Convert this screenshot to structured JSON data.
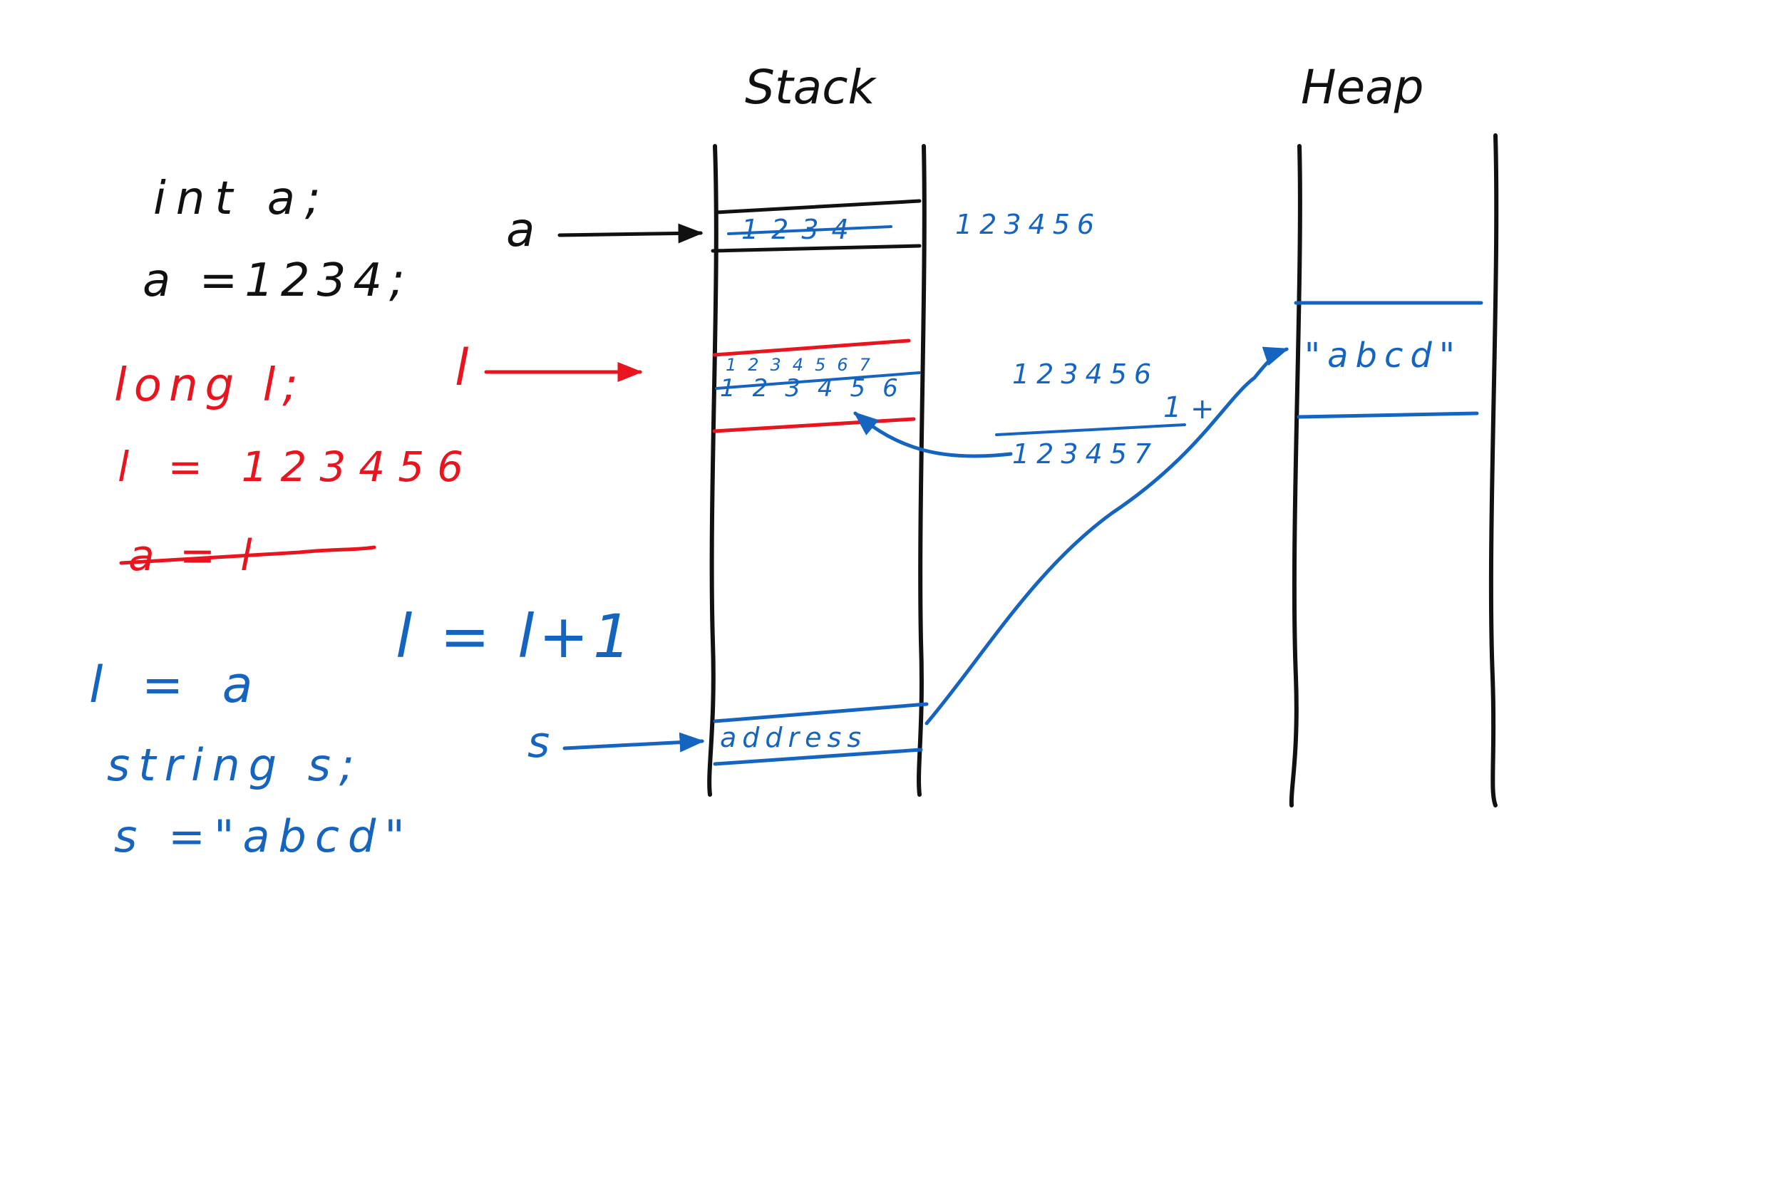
{
  "headings": {
    "stack": "Stack",
    "heap": "Heap"
  },
  "code": {
    "line1": "int a;",
    "line2": "a =1234;",
    "line3": "long l;",
    "line4": "l = 123456",
    "line5": "a = l",
    "line6": "l = a",
    "line7": "string s;",
    "line8": "s =\"abcd\"",
    "increment": "l = l+1"
  },
  "pointers": {
    "a": "a",
    "l": "l",
    "s": "s"
  },
  "stack_cells": {
    "a_old_value": "1234",
    "a_new_value": "123456",
    "l_new_value": "1234567",
    "l_old_value": "123456",
    "s_value": "address"
  },
  "calculation": {
    "operand": "123456",
    "addend": "1",
    "operator": "+",
    "result": "123457"
  },
  "heap_cells": {
    "string_value": "\"abcd\""
  },
  "colors": {
    "black": "#111111",
    "red": "#e8141e",
    "blue": "#1565c0"
  }
}
